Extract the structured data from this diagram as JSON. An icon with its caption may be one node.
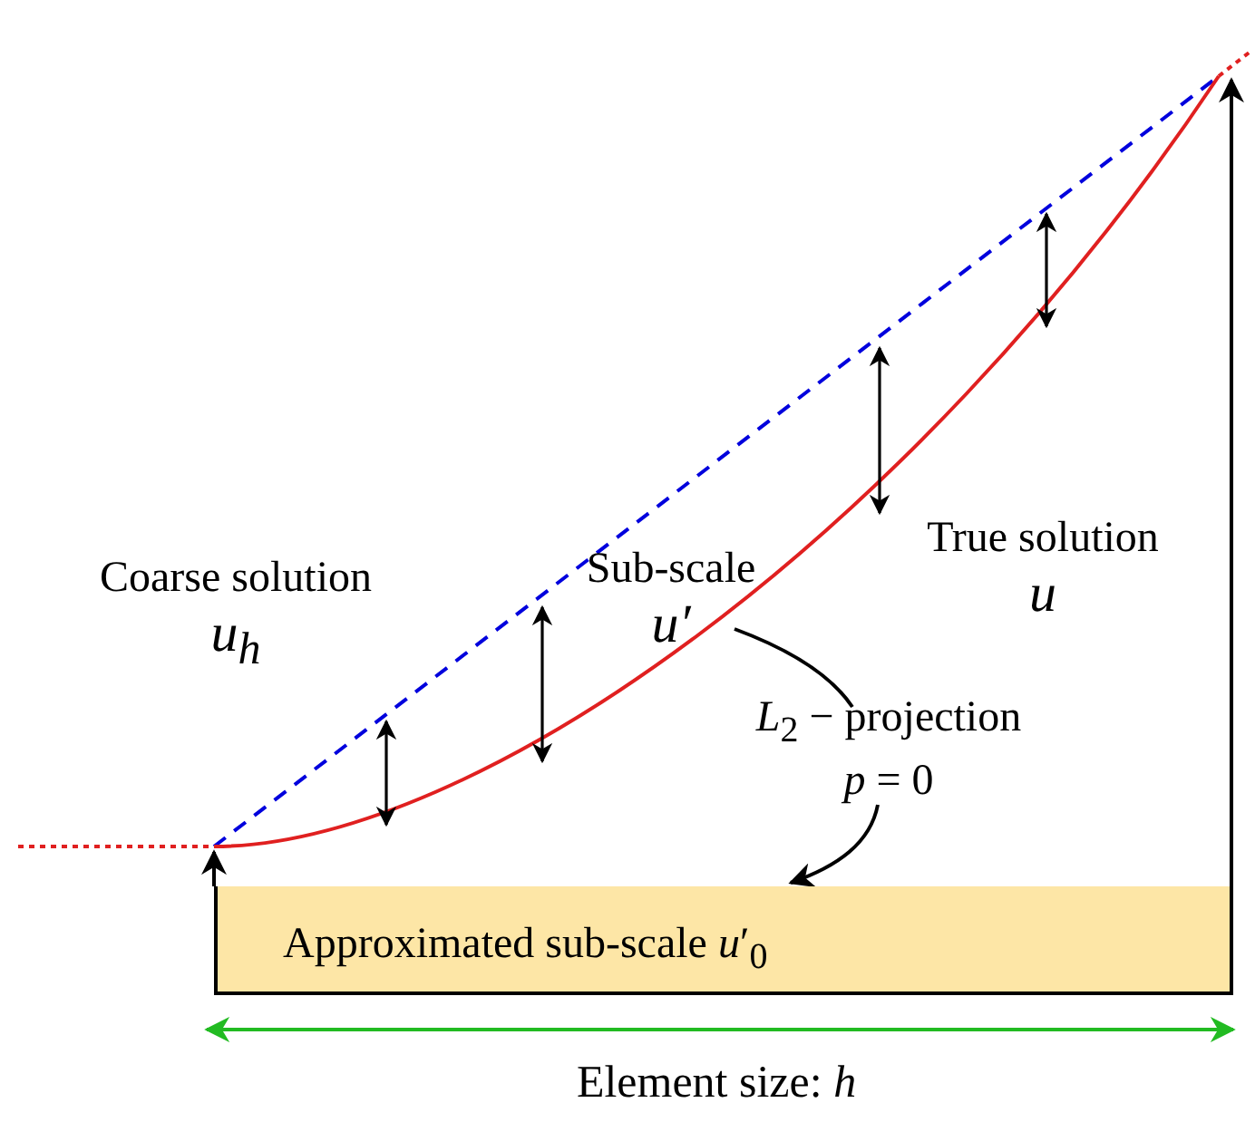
{
  "diagram": {
    "nodes": [
      {
        "text": [
          "Coarse solution",
          "u$_{h}$"
        ]
      },
      {
        "text": [
          "Sub-scale",
          "u′"
        ]
      },
      {
        "text": [
          "True solution",
          "u"
        ]
      },
      {
        "text": [
          "*L*$_{2}$ − projection",
          "*p* = 0"
        ]
      },
      {
        "text": [
          "Approximated sub-scale *u*′$_{0}$"
        ]
      }
    ],
    "edges": [
      {
        "from": 1,
        "to": 3,
        "arrow": "none"
      },
      {
        "from": 3,
        "to": 4,
        "arrow": "to"
      }
    ],
    "labels": [
      "Element size: *h*"
    ]
  }
}
